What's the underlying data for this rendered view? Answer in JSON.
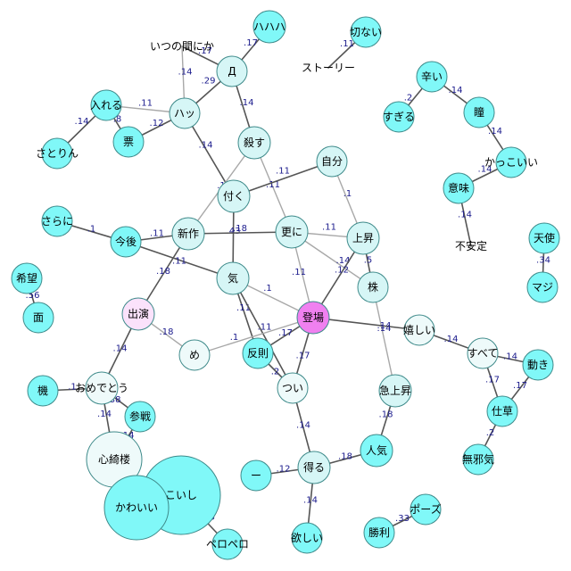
{
  "colors": {
    "node_cyan": "#80f8f8",
    "node_light": "#d6f6f6",
    "node_pale": "#eefafa",
    "node_pink": "#f080f0",
    "node_lavender": "#fbe2fb",
    "edge_dark": "#555555",
    "edge_light": "#a8a8a8",
    "edge_label": "#1a1a8c"
  },
  "nodes": [
    {
      "id": "hahaha",
      "label": "ハハハ",
      "style": "cyan"
    },
    {
      "id": "setsunai",
      "label": "切ない",
      "style": "cyan"
    },
    {
      "id": "itsunomanika",
      "label": "いつの間にか",
      "style": "none"
    },
    {
      "id": "a",
      "label": "Д",
      "style": "light"
    },
    {
      "id": "story",
      "label": "ストーリー",
      "style": "none"
    },
    {
      "id": "karai",
      "label": "辛い",
      "style": "cyan"
    },
    {
      "id": "ireru",
      "label": "入れる",
      "style": "cyan"
    },
    {
      "id": "hatt",
      "label": "ハッ",
      "style": "light"
    },
    {
      "id": "hitomi",
      "label": "瞳",
      "style": "cyan"
    },
    {
      "id": "sugiru",
      "label": "すぎる",
      "style": "cyan"
    },
    {
      "id": "hyou",
      "label": "票",
      "style": "cyan"
    },
    {
      "id": "satorin",
      "label": "さとりん",
      "style": "cyan"
    },
    {
      "id": "korosu",
      "label": "殺す",
      "style": "light"
    },
    {
      "id": "kakkoii",
      "label": "かっこいい",
      "style": "cyan"
    },
    {
      "id": "jibun",
      "label": "自分",
      "style": "light"
    },
    {
      "id": "imi",
      "label": "意味",
      "style": "cyan"
    },
    {
      "id": "tsuku",
      "label": "付く",
      "style": "light"
    },
    {
      "id": "sarani",
      "label": "さらに",
      "style": "cyan"
    },
    {
      "id": "shinsaku",
      "label": "新作",
      "style": "light"
    },
    {
      "id": "sarani2",
      "label": "更に",
      "style": "light"
    },
    {
      "id": "konkai",
      "label": "今後",
      "style": "cyan"
    },
    {
      "id": "joushou",
      "label": "上昇",
      "style": "light"
    },
    {
      "id": "fuantei",
      "label": "不安定",
      "style": "none"
    },
    {
      "id": "tenshi",
      "label": "天使",
      "style": "cyan"
    },
    {
      "id": "kibou",
      "label": "希望",
      "style": "cyan"
    },
    {
      "id": "ki",
      "label": "気",
      "style": "light"
    },
    {
      "id": "kabu",
      "label": "株",
      "style": "light"
    },
    {
      "id": "maji",
      "label": "マジ",
      "style": "cyan"
    },
    {
      "id": "men",
      "label": "面",
      "style": "cyan"
    },
    {
      "id": "shutsuen",
      "label": "出演",
      "style": "lavender"
    },
    {
      "id": "toujou",
      "label": "登場",
      "style": "pink"
    },
    {
      "id": "ureshii",
      "label": "嬉しい",
      "style": "pale"
    },
    {
      "id": "me",
      "label": "め",
      "style": "pale"
    },
    {
      "id": "hansoku",
      "label": "反則",
      "style": "cyan"
    },
    {
      "id": "subete",
      "label": "すべて",
      "style": "pale"
    },
    {
      "id": "ugoki",
      "label": "動き",
      "style": "cyan"
    },
    {
      "id": "tsui",
      "label": "つい",
      "style": "pale"
    },
    {
      "id": "omedetou",
      "label": "おめでとう",
      "style": "pale"
    },
    {
      "id": "kyuujoushou",
      "label": "急上昇",
      "style": "light"
    },
    {
      "id": "kikai",
      "label": "機",
      "style": "cyan"
    },
    {
      "id": "sanka",
      "label": "参戦",
      "style": "cyan"
    },
    {
      "id": "shigusa",
      "label": "仕草",
      "style": "cyan"
    },
    {
      "id": "ninki",
      "label": "人気",
      "style": "cyan"
    },
    {
      "id": "kokoro",
      "label": "心綺楼",
      "style": "pale"
    },
    {
      "id": "mujaki",
      "label": "無邪気",
      "style": "cyan"
    },
    {
      "id": "dash",
      "label": "ー",
      "style": "cyan"
    },
    {
      "id": "eru",
      "label": "得る",
      "style": "light"
    },
    {
      "id": "koishi",
      "label": "こいし",
      "style": "cyan"
    },
    {
      "id": "kawaii",
      "label": "かわいい",
      "style": "cyan"
    },
    {
      "id": "pose",
      "label": "ポーズ",
      "style": "cyan"
    },
    {
      "id": "shouri",
      "label": "勝利",
      "style": "cyan"
    },
    {
      "id": "hoshii",
      "label": "欲しい",
      "style": "cyan"
    },
    {
      "id": "peropero",
      "label": "ペロペロ",
      "style": "cyan"
    }
  ],
  "edges": [
    {
      "from": "a",
      "to": "hahaha",
      "weight": ".17",
      "tone": "dark"
    },
    {
      "from": "a",
      "to": "itsunomanika",
      "weight": ".17",
      "tone": "dark"
    },
    {
      "from": "a",
      "to": "hatt",
      "weight": ".29",
      "tone": "dark"
    },
    {
      "from": "a",
      "to": "korosu",
      "weight": ".14",
      "tone": "dark"
    },
    {
      "from": "story",
      "to": "setsunai",
      "weight": ".11",
      "tone": "dark"
    },
    {
      "from": "itsunomanika",
      "to": "hatt",
      "weight": ".14",
      "tone": "light"
    },
    {
      "from": "ireru",
      "to": "hatt",
      "weight": ".11",
      "tone": "light"
    },
    {
      "from": "ireru",
      "to": "hyou",
      "weight": ".8",
      "tone": "dark"
    },
    {
      "from": "ireru",
      "to": "satorin",
      "weight": ".14",
      "tone": "dark"
    },
    {
      "from": "hyou",
      "to": "hatt",
      "weight": ".12",
      "tone": "dark"
    },
    {
      "from": "hatt",
      "to": "tsuku",
      "weight": ".14",
      "tone": "dark"
    },
    {
      "from": "karai",
      "to": "sugiru",
      "weight": ".2",
      "tone": "dark"
    },
    {
      "from": "karai",
      "to": "hitomi",
      "weight": ".14",
      "tone": "dark"
    },
    {
      "from": "hitomi",
      "to": "kakkoii",
      "weight": ".14",
      "tone": "dark"
    },
    {
      "from": "kakkoii",
      "to": "imi",
      "weight": ".14",
      "tone": "dark"
    },
    {
      "from": "imi",
      "to": "fuantei",
      "weight": ".14",
      "tone": "dark"
    },
    {
      "from": "korosu",
      "to": "shinsaku",
      "weight": ".1",
      "tone": "light"
    },
    {
      "from": "korosu",
      "to": "sarani2",
      "weight": ".11",
      "tone": "light"
    },
    {
      "from": "jibun",
      "to": "tsuku",
      "weight": ".11",
      "tone": "dark"
    },
    {
      "from": "jibun",
      "to": "joushou",
      "weight": ".1",
      "tone": "light"
    },
    {
      "from": "tsuku",
      "to": "ki",
      "weight": ".43",
      "tone": "dark"
    },
    {
      "from": "sarani",
      "to": "konkai",
      "weight": ".1",
      "tone": "dark"
    },
    {
      "from": "konkai",
      "to": "shinsaku",
      "weight": ".11",
      "tone": "dark"
    },
    {
      "from": "konkai",
      "to": "ki",
      "weight": ".11",
      "tone": "dark"
    },
    {
      "from": "shinsaku",
      "to": "sarani2",
      "weight": ".18",
      "tone": "dark"
    },
    {
      "from": "shinsaku",
      "to": "shutsuen",
      "weight": ".18",
      "tone": "dark"
    },
    {
      "from": "sarani2",
      "to": "joushou",
      "weight": ".11",
      "tone": "light"
    },
    {
      "from": "sarani2",
      "to": "kabu",
      "weight": ".14",
      "tone": "light"
    },
    {
      "from": "sarani2",
      "to": "toujou",
      "weight": ".11",
      "tone": "light"
    },
    {
      "from": "joushou",
      "to": "kabu",
      "weight": ".5",
      "tone": "dark"
    },
    {
      "from": "joushou",
      "to": "toujou",
      "weight": ".12",
      "tone": "dark"
    },
    {
      "from": "kabu",
      "to": "kyuujoushou",
      "weight": ".14",
      "tone": "light"
    },
    {
      "from": "tenshi",
      "to": "maji",
      "weight": ".34",
      "tone": "dark"
    },
    {
      "from": "kibou",
      "to": "men",
      "weight": ".56",
      "tone": "dark"
    },
    {
      "from": "ki",
      "to": "toujou",
      "weight": ".1",
      "tone": "light"
    },
    {
      "from": "ki",
      "to": "hansoku",
      "weight": ".11",
      "tone": "dark"
    },
    {
      "from": "ki",
      "to": "tsui",
      "weight": ".11",
      "tone": "dark"
    },
    {
      "from": "shutsuen",
      "to": "me",
      "weight": ".18",
      "tone": "light"
    },
    {
      "from": "shutsuen",
      "to": "omedetou",
      "weight": ".14",
      "tone": "dark"
    },
    {
      "from": "me",
      "to": "toujou",
      "weight": ".1",
      "tone": "light"
    },
    {
      "from": "toujou",
      "to": "hansoku",
      "weight": ".17",
      "tone": "dark"
    },
    {
      "from": "toujou",
      "to": "tsui",
      "weight": ".17",
      "tone": "dark"
    },
    {
      "from": "toujou",
      "to": "ureshii",
      "weight": ".14",
      "tone": "dark"
    },
    {
      "from": "hansoku",
      "to": "tsui",
      "weight": ".2",
      "tone": "dark"
    },
    {
      "from": "ureshii",
      "to": "subete",
      "weight": ".14",
      "tone": "dark"
    },
    {
      "from": "subete",
      "to": "ugoki",
      "weight": ".14",
      "tone": "dark"
    },
    {
      "from": "subete",
      "to": "shigusa",
      "weight": ".17",
      "tone": "dark"
    },
    {
      "from": "ugoki",
      "to": "shigusa",
      "weight": ".17",
      "tone": "dark"
    },
    {
      "from": "shigusa",
      "to": "mujaki",
      "weight": ".2",
      "tone": "dark"
    },
    {
      "from": "tsui",
      "to": "eru",
      "weight": ".14",
      "tone": "dark"
    },
    {
      "from": "kyuujoushou",
      "to": "ninki",
      "weight": ".18",
      "tone": "dark"
    },
    {
      "from": "ninki",
      "to": "eru",
      "weight": ".18",
      "tone": "dark"
    },
    {
      "from": "dash",
      "to": "eru",
      "weight": ".12",
      "tone": "dark"
    },
    {
      "from": "eru",
      "to": "hoshii",
      "weight": ".14",
      "tone": "dark"
    },
    {
      "from": "kikai",
      "to": "omedetou",
      "weight": ".1",
      "tone": "dark"
    },
    {
      "from": "omedetou",
      "to": "sanka",
      "weight": ".38",
      "tone": "dark"
    },
    {
      "from": "omedetou",
      "to": "kokoro",
      "weight": ".14",
      "tone": "dark"
    },
    {
      "from": "sanka",
      "to": "kokoro",
      "weight": ".14",
      "tone": "dark"
    },
    {
      "from": "kokoro",
      "to": "kawaii",
      "weight": ".12",
      "tone": "dark"
    },
    {
      "from": "koishi",
      "to": "peropero",
      "weight": ".13",
      "tone": "dark"
    },
    {
      "from": "shouri",
      "to": "pose",
      "weight": ".33",
      "tone": "dark"
    }
  ]
}
